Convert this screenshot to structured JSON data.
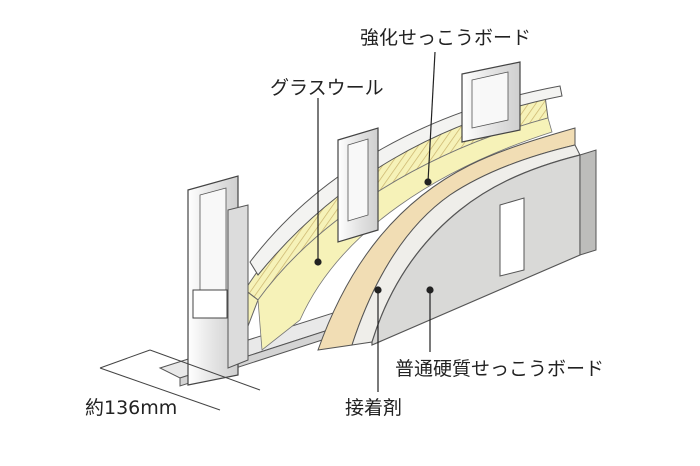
{
  "labels": {
    "reinforced_gypsum": "強化せっこうボード",
    "glass_wool": "グラスウール",
    "normal_gypsum": "普通硬質せっこうボード",
    "adhesive": "接着剤",
    "dimension": "約136mm"
  },
  "colors": {
    "gypsum_face": "#d9d9d7",
    "gypsum_edge": "#efeeea",
    "wool": "#f6f2b8",
    "wool_hatch": "#c9b26a",
    "adhesive": "#f1ddb4",
    "stud": "#eeeeee",
    "outline": "#444444"
  }
}
